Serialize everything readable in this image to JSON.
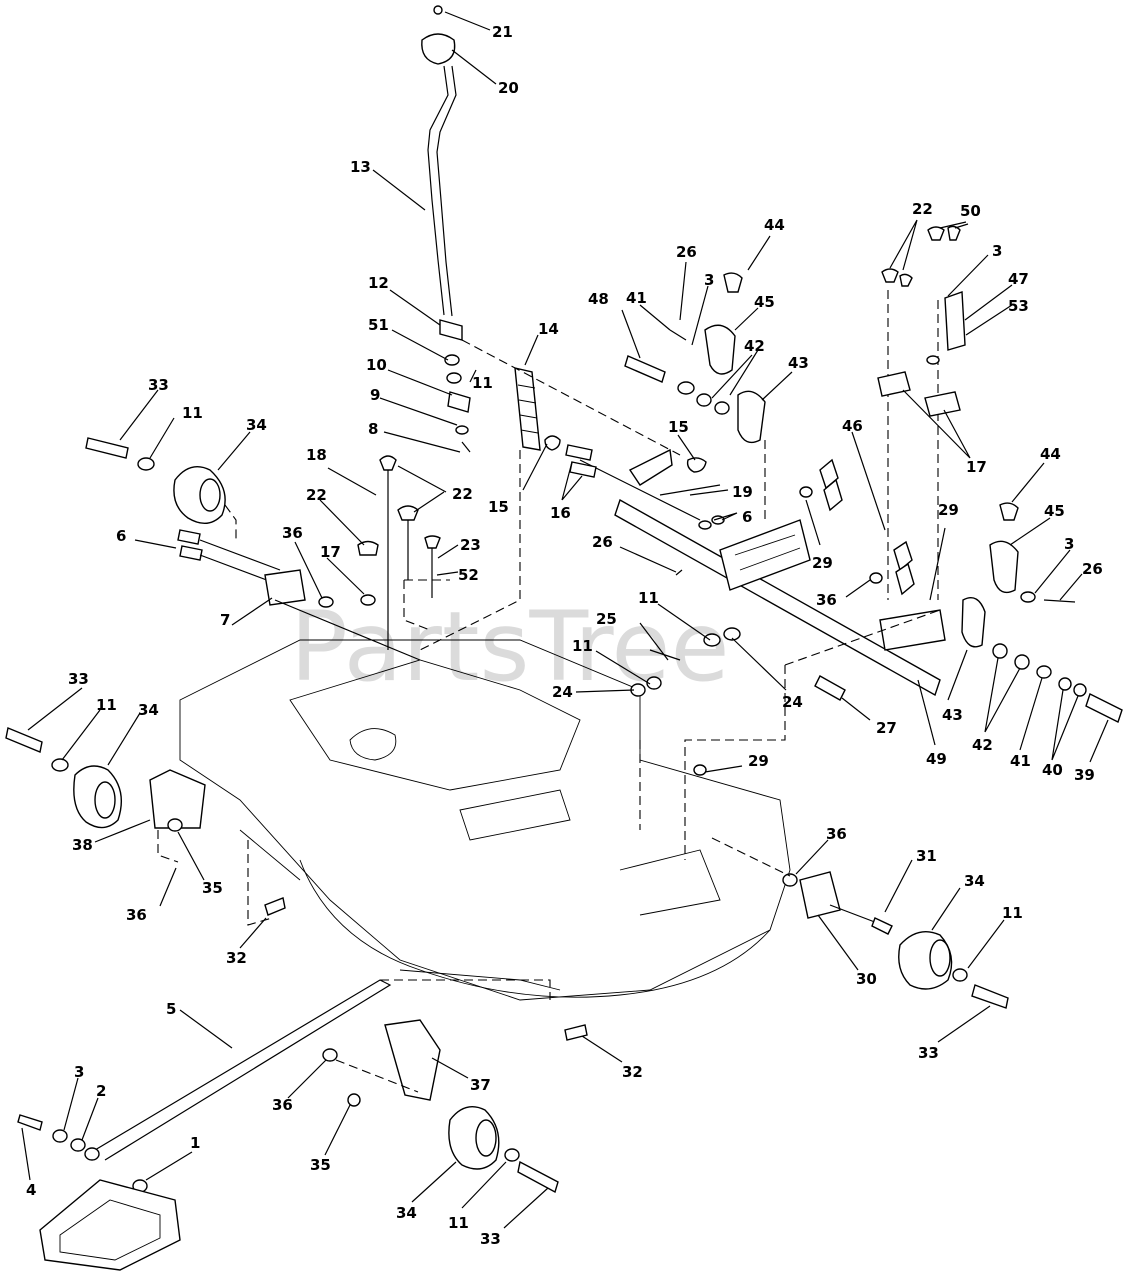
{
  "watermark": "PartsTree",
  "callouts": [
    {
      "id": "c21",
      "text": "21"
    },
    {
      "id": "c20",
      "text": "20"
    },
    {
      "id": "c13",
      "text": "13"
    },
    {
      "id": "c12",
      "text": "12"
    },
    {
      "id": "c51",
      "text": "51"
    },
    {
      "id": "c11a",
      "text": "11"
    },
    {
      "id": "c10",
      "text": "10"
    },
    {
      "id": "c9",
      "text": "9"
    },
    {
      "id": "c8",
      "text": "8"
    },
    {
      "id": "c14",
      "text": "14"
    },
    {
      "id": "c48",
      "text": "48"
    },
    {
      "id": "c41a",
      "text": "41"
    },
    {
      "id": "c26a",
      "text": "26"
    },
    {
      "id": "c3a",
      "text": "3"
    },
    {
      "id": "c44a",
      "text": "44"
    },
    {
      "id": "c45a",
      "text": "45"
    },
    {
      "id": "c42a",
      "text": "42"
    },
    {
      "id": "c43a",
      "text": "43"
    },
    {
      "id": "c22a",
      "text": "22"
    },
    {
      "id": "c50",
      "text": "50"
    },
    {
      "id": "c3b",
      "text": "3"
    },
    {
      "id": "c47",
      "text": "47"
    },
    {
      "id": "c53",
      "text": "53"
    },
    {
      "id": "c17a",
      "text": "17"
    },
    {
      "id": "c33a",
      "text": "33"
    },
    {
      "id": "c11b",
      "text": "11"
    },
    {
      "id": "c34a",
      "text": "34"
    },
    {
      "id": "c18",
      "text": "18"
    },
    {
      "id": "c22b",
      "text": "22"
    },
    {
      "id": "c22c",
      "text": "22"
    },
    {
      "id": "c15a",
      "text": "15"
    },
    {
      "id": "c15b",
      "text": "15"
    },
    {
      "id": "c16",
      "text": "16"
    },
    {
      "id": "c19",
      "text": "19"
    },
    {
      "id": "c6a",
      "text": "6"
    },
    {
      "id": "c46",
      "text": "46"
    },
    {
      "id": "c44b",
      "text": "44"
    },
    {
      "id": "c45b",
      "text": "45"
    },
    {
      "id": "c6b",
      "text": "6"
    },
    {
      "id": "c36a",
      "text": "36"
    },
    {
      "id": "c17b",
      "text": "17"
    },
    {
      "id": "c23",
      "text": "23"
    },
    {
      "id": "c52",
      "text": "52"
    },
    {
      "id": "c26b",
      "text": "26"
    },
    {
      "id": "c29a",
      "text": "29"
    },
    {
      "id": "c29b",
      "text": "29"
    },
    {
      "id": "c3c",
      "text": "3"
    },
    {
      "id": "c26c",
      "text": "26"
    },
    {
      "id": "c7",
      "text": "7"
    },
    {
      "id": "c36b",
      "text": "36"
    },
    {
      "id": "c11c",
      "text": "11"
    },
    {
      "id": "c25",
      "text": "25"
    },
    {
      "id": "c11d",
      "text": "11"
    },
    {
      "id": "c24a",
      "text": "24"
    },
    {
      "id": "c24b",
      "text": "24"
    },
    {
      "id": "c27",
      "text": "27"
    },
    {
      "id": "c43b",
      "text": "43"
    },
    {
      "id": "c42b",
      "text": "42"
    },
    {
      "id": "c41b",
      "text": "41"
    },
    {
      "id": "c40",
      "text": "40"
    },
    {
      "id": "c39",
      "text": "39"
    },
    {
      "id": "c49",
      "text": "49"
    },
    {
      "id": "c33b",
      "text": "33"
    },
    {
      "id": "c11e",
      "text": "11"
    },
    {
      "id": "c34b",
      "text": "34"
    },
    {
      "id": "c38",
      "text": "38"
    },
    {
      "id": "c35a",
      "text": "35"
    },
    {
      "id": "c36c",
      "text": "36"
    },
    {
      "id": "c29c",
      "text": "29"
    },
    {
      "id": "c36d",
      "text": "36"
    },
    {
      "id": "c31",
      "text": "31"
    },
    {
      "id": "c34c",
      "text": "34"
    },
    {
      "id": "c11f",
      "text": "11"
    },
    {
      "id": "c32a",
      "text": "32"
    },
    {
      "id": "c30",
      "text": "30"
    },
    {
      "id": "c33c",
      "text": "33"
    },
    {
      "id": "c5",
      "text": "5"
    },
    {
      "id": "c37",
      "text": "37"
    },
    {
      "id": "c32b",
      "text": "32"
    },
    {
      "id": "c3d",
      "text": "3"
    },
    {
      "id": "c2",
      "text": "2"
    },
    {
      "id": "c36e",
      "text": "36"
    },
    {
      "id": "c35b",
      "text": "35"
    },
    {
      "id": "c1",
      "text": "1"
    },
    {
      "id": "c4",
      "text": "4"
    },
    {
      "id": "c34d",
      "text": "34"
    },
    {
      "id": "c11g",
      "text": "11"
    },
    {
      "id": "c33d",
      "text": "33"
    }
  ]
}
